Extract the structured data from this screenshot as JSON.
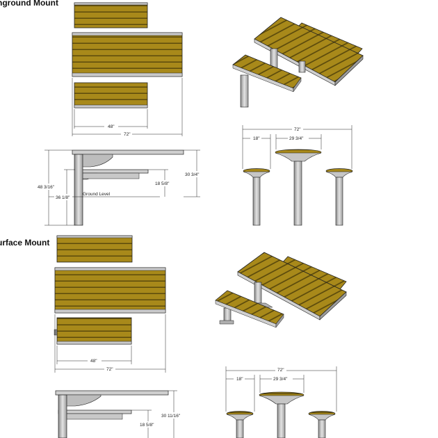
{
  "sections": [
    {
      "title": "nground Mount",
      "plan_dims": {
        "bench_length": "48\"",
        "table_length": "72\""
      },
      "side_dims": {
        "overall_height": "48 3/16\"",
        "below_ground": "36 1/8\"",
        "seat_height": "18 5/8\"",
        "table_height": "30 3/4\"",
        "ground_label": "Ground Level"
      },
      "front_dims": {
        "overall_width": "72\"",
        "seat_offset": "18\"",
        "table_top": "29 3/4\""
      }
    },
    {
      "title": "urface Mount",
      "plan_dims": {
        "bench_length": "48\"",
        "table_length": "72\""
      },
      "side_dims": {
        "seat_height": "18 5/8\"",
        "table_height": "30 11/16\""
      },
      "front_dims": {
        "overall_width": "72\"",
        "seat_offset": "18\"",
        "table_top": "29 3/4\""
      }
    }
  ],
  "colors": {
    "wood": "#a8891a",
    "wood_dark": "#6e5a10",
    "metal": "#b9b9b9",
    "metal_dark": "#7a7a7a",
    "line": "#222222"
  }
}
